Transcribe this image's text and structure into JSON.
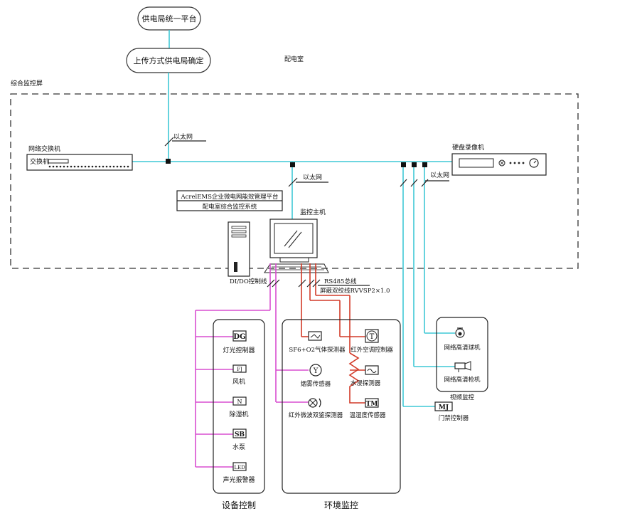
{
  "top": {
    "platform": "供电局统一平台",
    "upload": "上传方式供电局确定",
    "room": "配电室",
    "frame_title": "综合监控屏"
  },
  "network": {
    "switch_title": "网络交换机",
    "switch_label": "交换机",
    "ethernet_1": "以太网",
    "ethernet_2": "以太网",
    "ethernet_3": "以太网",
    "nvr_title": "硬盘录像机"
  },
  "host": {
    "platform_line1": "AcrelEMS企业微电网能效管理平台",
    "platform_line2": "配电室综合监控系统",
    "title": "监控主机",
    "dido": "DI/DO控制线",
    "rs485": "RS485总线",
    "cable": "屏蔽双绞线RVVSP2×1.0"
  },
  "equipment": {
    "group_title": "设备控制",
    "items": [
      {
        "icon": "DG",
        "label": "灯光控制器"
      },
      {
        "icon": "FJ",
        "label": "风机"
      },
      {
        "icon": "N",
        "label": "除湿机"
      },
      {
        "icon": "SB",
        "label": "水泵"
      },
      {
        "icon": "LED",
        "label": "声光报警器"
      }
    ]
  },
  "environment": {
    "group_title": "环境监控",
    "sf6": "SF6+O2气体探测器",
    "ac": {
      "icon": "T",
      "label": "红外空调控制器"
    },
    "smoke": {
      "icon": "Y",
      "label": "烟雾传感器"
    },
    "water": "水浸探测器",
    "ir": "红外微波双鉴探测器",
    "temp": {
      "icon": "TM",
      "label": "温湿度传感器"
    }
  },
  "video": {
    "group_title": "视频监控",
    "dome": "网络高清球机",
    "bullet": "网络高清枪机",
    "door": {
      "icon": "MJ",
      "label": "门禁控制器"
    }
  }
}
